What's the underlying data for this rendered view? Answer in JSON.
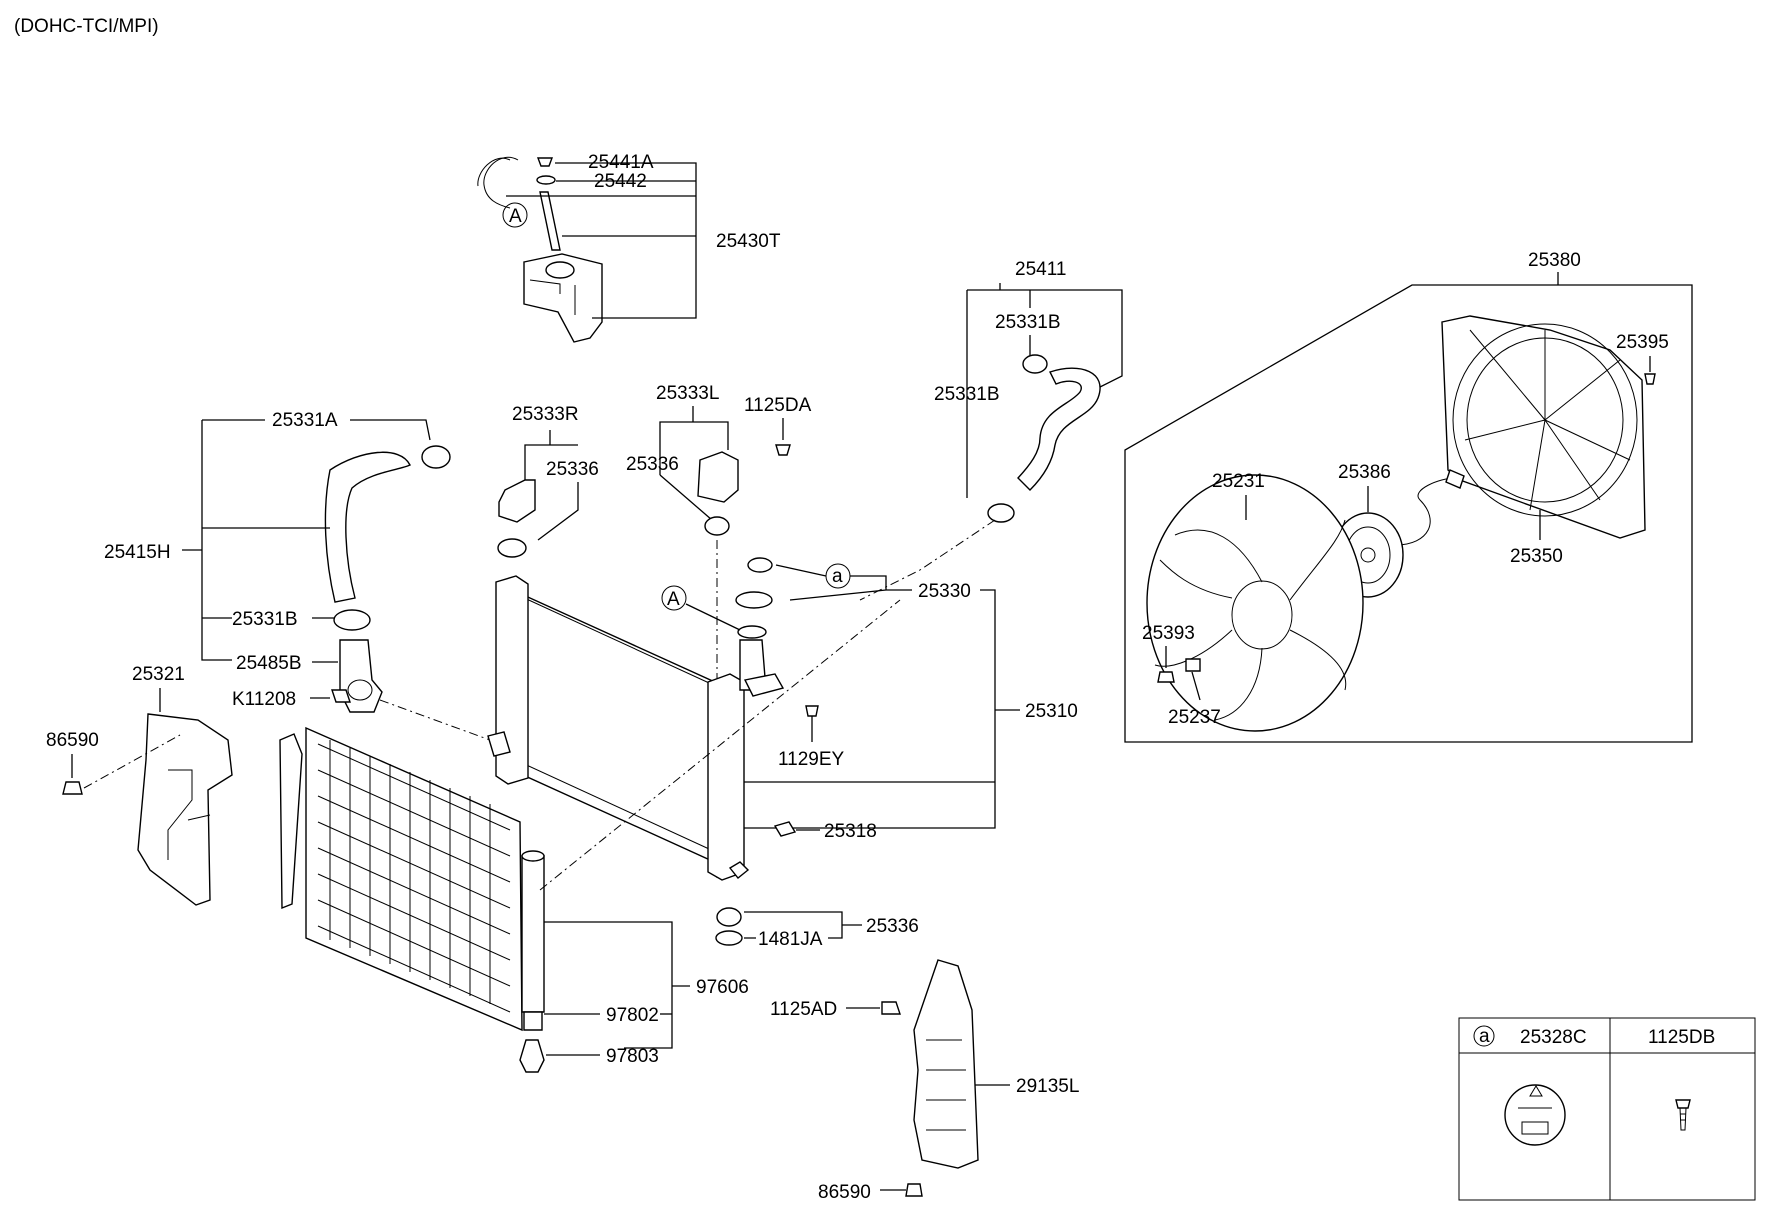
{
  "header": {
    "variant": "(DOHC-TCI/MPI)"
  },
  "labels": {
    "p25441A": "25441A",
    "p25442": "25442",
    "p25430T": "25430T",
    "p25411": "25411",
    "p25331B_top": "25331B",
    "p25331B_mid": "25331B",
    "p25380": "25380",
    "p25395": "25395",
    "p25331A": "25331A",
    "p25333R": "25333R",
    "p25336_left": "25336",
    "p25333L": "25333L",
    "p1125DA": "1125DA",
    "p25336_right": "25336",
    "p25415H": "25415H",
    "p25331B_low": "25331B",
    "p25485B": "25485B",
    "pK11208": "K11208",
    "p25321": "25321",
    "p86590_left": "86590",
    "p25330": "25330",
    "p25310": "25310",
    "p1129EY": "1129EY",
    "p25318": "25318",
    "p25336_bottom": "25336",
    "p1481JA": "1481JA",
    "p97606": "97606",
    "p97802": "97802",
    "p97803": "97803",
    "p1125AD": "1125AD",
    "p29135L": "29135L",
    "p86590_bottom": "86590",
    "p25231": "25231",
    "p25386": "25386",
    "p25350": "25350",
    "p25393": "25393",
    "p25237": "25237"
  },
  "callouts": {
    "A_top": "A",
    "A_mid": "A",
    "a_mid": "a"
  },
  "legend": {
    "marker": "a",
    "col1_part": "25328C",
    "col2_part": "1125DB"
  }
}
